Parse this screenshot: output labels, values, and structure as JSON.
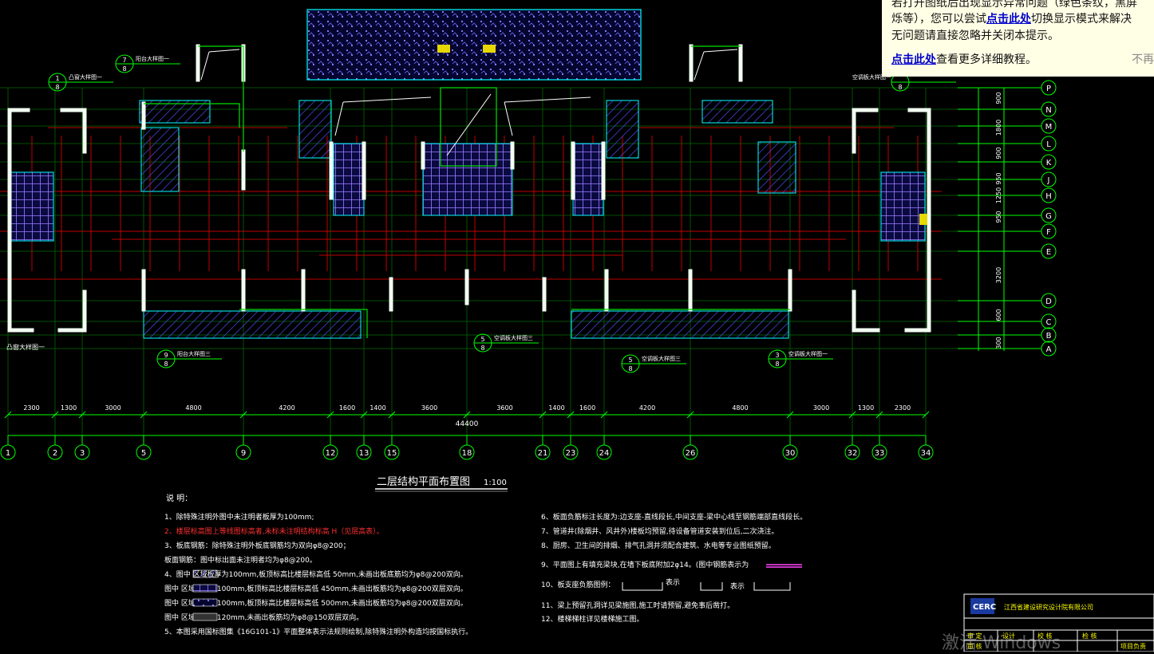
{
  "notice": {
    "line1": "若打开图纸后出现显示异常问题（绿色条纹，黑屏",
    "line2_pre": "烁等），您可以尝试",
    "line2_link": "点击此处",
    "line2_post": "切换显示模式来解决",
    "line3": "无问题请直接忽略并关闭本提示。",
    "line4_link": "点击此处",
    "line4_post": "查看更多详细教程。",
    "close_label": "不再"
  },
  "drawing": {
    "title": "二层结构平面布置图",
    "scale": "1:100",
    "total_dimension": "44400",
    "bottom_dimensions": [
      "2300",
      "1300",
      "3000",
      "4800",
      "4200",
      "1600",
      "1400",
      "3600",
      "3600",
      "1400",
      "1600",
      "4200",
      "4800",
      "3000",
      "1300",
      "2300"
    ],
    "grid_numbers": [
      "1",
      "2",
      "3",
      "5",
      "9",
      "12",
      "13",
      "15",
      "18",
      "21",
      "23",
      "24",
      "26",
      "30",
      "32",
      "33",
      "34"
    ],
    "grid_letters": [
      "P",
      "N",
      "M",
      "L",
      "K",
      "J",
      "H",
      "G",
      "F",
      "E",
      "D",
      "C",
      "B",
      "A"
    ],
    "right_dimensions": [
      "900",
      "1800",
      "900",
      "950",
      "1250",
      "950",
      "3200",
      "600",
      "300"
    ],
    "section_marks": [
      {
        "num": "7",
        "sub": "8",
        "label": "阳台大样图一"
      },
      {
        "num": "1",
        "sub": "8",
        "label": "凸窗大样图一"
      },
      {
        "num": "9",
        "sub": "8",
        "label": "阳台大样图三"
      },
      {
        "num": "5",
        "sub": "8",
        "label": "空调板大样图三"
      },
      {
        "num": "5",
        "sub": "8",
        "label": "空调板大样图三"
      },
      {
        "num": "3",
        "sub": "8",
        "label": "空调板大样图一"
      },
      {
        "num": "",
        "sub": "8",
        "label": "空调板大样图一"
      }
    ],
    "left_label": "凸窗大样图一"
  },
  "notes": {
    "heading": "说   明：",
    "left": [
      "1、除特殊注明外图中未注明者板厚为100mm;",
      "2、楼层标高图上等线图标高者,未标未注明结构标高  H（见层高表）。",
      "3、板底钢筋：除特殊注明外板底钢筋均为双向φ8@200；",
      "   板面钢筋：图中标出面未注明者均为φ8@200。",
      "4、图中        区域板厚为100mm,板顶标高比楼层标高低  50mm,未画出板底筋均为φ8@200双向。",
      "   图中        区域板厚为100mm,板顶标高比楼层标高低  450mm,未画出板筋均为φ8@200双层双向。",
      "   图中        区域板厚为100mm,板顶标高比楼层标高低  500mm,未画出板筋均为φ8@200双层双向。",
      "   图中        区域板厚为120mm,未画出板筋均为φ8@150双层双向。",
      "5、本图采用国标图集《16G101-1》平面整体表示法规则绘制,除特殊注明外构造均按国标执行。"
    ],
    "right": [
      "6、板面负筋标注长度为:边支座-直线段长,中间支座-梁中心线至钢筋端部直线段长。",
      "7、管道井(除烟井、风井外)楼板均预留,待设备管道安装到位后,二次浇注。",
      "8、厨房、卫生间的排烟、排气孔洞并须配合建筑、水电等专业图纸预留。",
      "9、平面图上有填充梁块,在墙下板底附加2φ14。(图中钢筋表示为",
      "10、板支座负筋图例：",
      "11、梁上预留孔洞详见梁施图,施工时请预留,避免事后凿打。",
      "12、楼梯梯柱详见楼梯施工图。"
    ],
    "legend_word": "表示"
  },
  "title_block": {
    "company": "江西省建设研究设计院有限公司",
    "logo": "CERC",
    "cells": [
      "审  定",
      "设计",
      "校  核",
      "检 核",
      "审  核",
      "",
      "",
      "项目负责"
    ]
  },
  "watermark": "激活 Windows",
  "colors": {
    "background": "#000000",
    "grid_green": "#00ff00",
    "wall_white": "#ffffff",
    "hatch_blue": "#5a5aff",
    "cyan": "#00ffff",
    "red": "#ff2020",
    "yellow": "#ffff00",
    "notice_bg": "#ffffe6",
    "link_blue": "#0000cc"
  }
}
